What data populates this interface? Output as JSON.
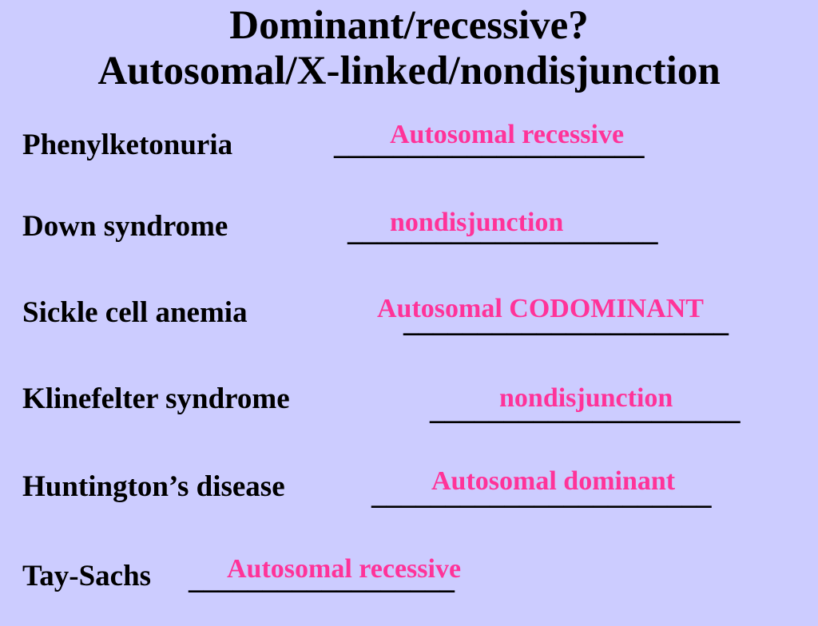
{
  "slide": {
    "title_line1": "Dominant/recessive?",
    "title_line2": "Autosomal/X-linked/nondisjunction",
    "accent_color": "#ff3399",
    "background_color": "#ccccff"
  },
  "rows": [
    {
      "disorder": "Phenylketonuria",
      "blank": "_____________________",
      "answer": "Autosomal recessive"
    },
    {
      "disorder": "Down syndrome",
      "blank": "_____________________",
      "answer": "nondisjunction"
    },
    {
      "disorder": "Sickle cell anemia",
      "blank": "______________________",
      "answer": "Autosomal CODOMINANT"
    },
    {
      "disorder": "Klinefelter syndrome",
      "blank": "_____________________",
      "answer": "nondisjunction"
    },
    {
      "disorder": "Huntington’s disease",
      "blank": "_______________________",
      "answer": "Autosomal dominant"
    },
    {
      "disorder": "Tay-Sachs",
      "blank": "__________________",
      "answer": "Autosomal recessive"
    }
  ]
}
